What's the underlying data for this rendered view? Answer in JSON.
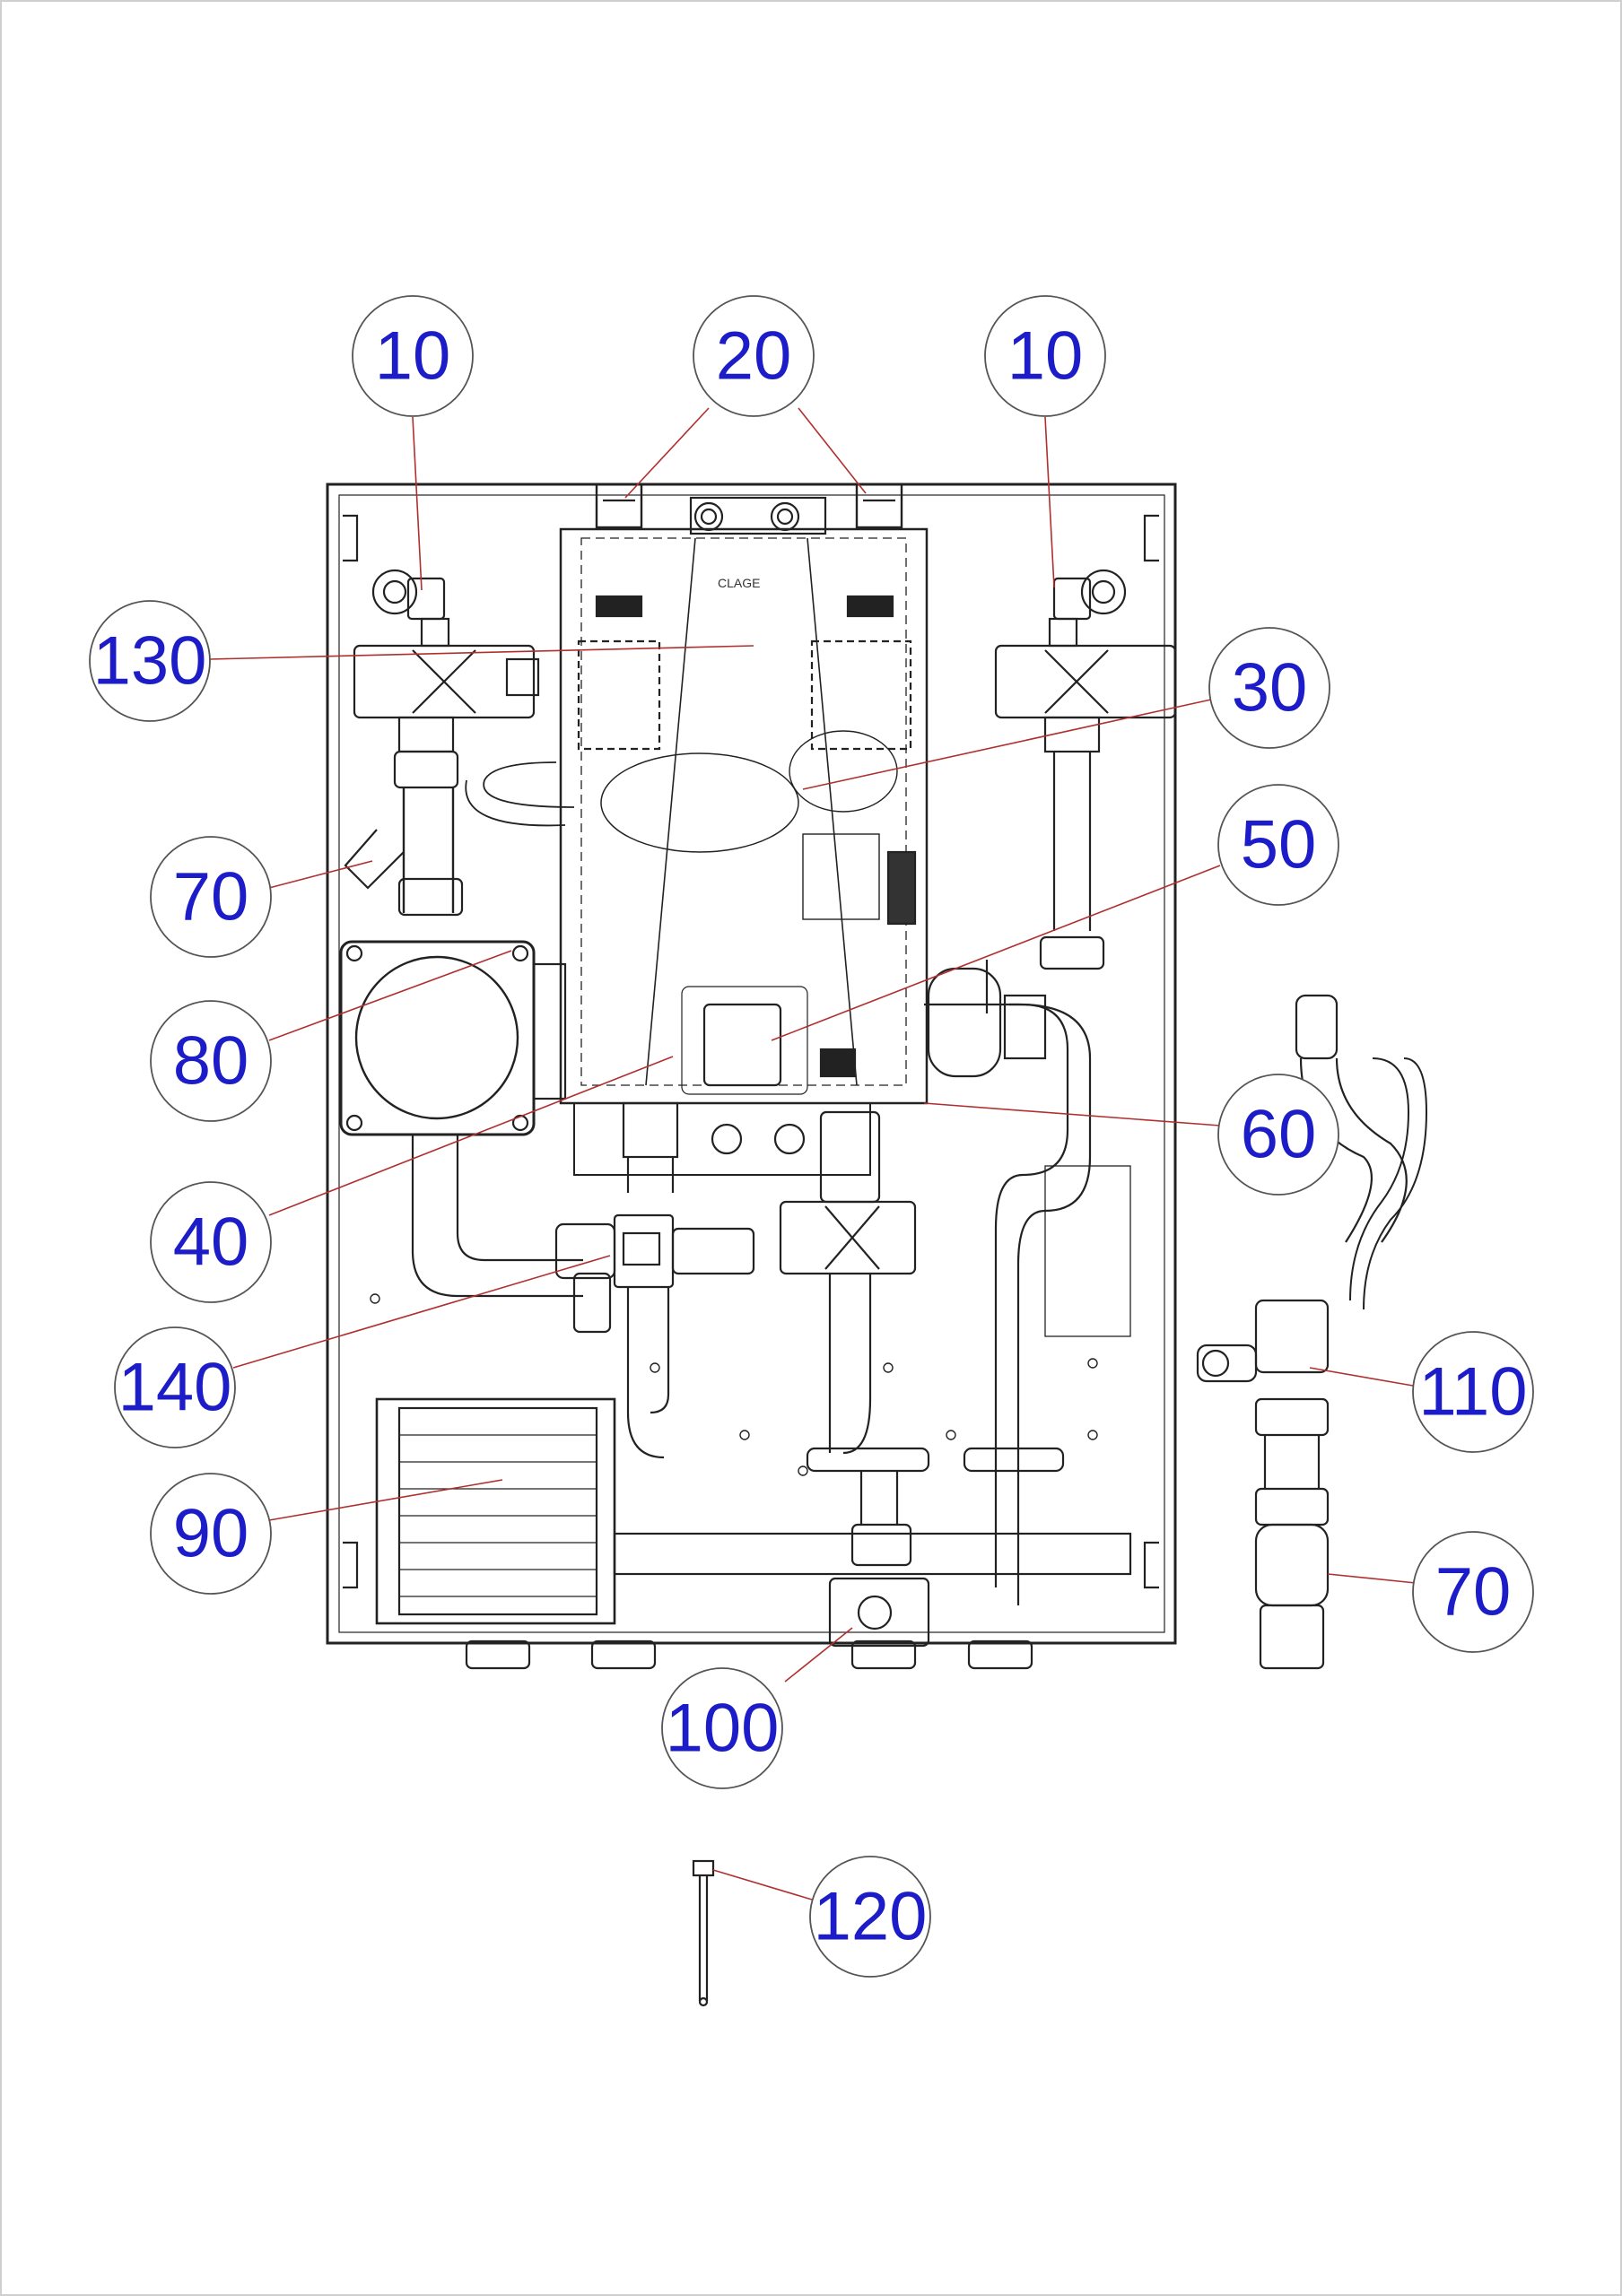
{
  "drawing": {
    "brand_mark": "CLAGE",
    "colors": {
      "line": "#222222",
      "leader": "#b03030",
      "balloon_text": "#1c1cc8",
      "balloon_stroke": "#555555"
    }
  },
  "callouts": [
    {
      "id": "c10a",
      "label": "10"
    },
    {
      "id": "c20",
      "label": "20"
    },
    {
      "id": "c10b",
      "label": "10"
    },
    {
      "id": "c130",
      "label": "130"
    },
    {
      "id": "c30",
      "label": "30"
    },
    {
      "id": "c70a",
      "label": "70"
    },
    {
      "id": "c50",
      "label": "50"
    },
    {
      "id": "c80",
      "label": "80"
    },
    {
      "id": "c60",
      "label": "60"
    },
    {
      "id": "c40",
      "label": "40"
    },
    {
      "id": "c140",
      "label": "140"
    },
    {
      "id": "c110",
      "label": "110"
    },
    {
      "id": "c90",
      "label": "90"
    },
    {
      "id": "c70b",
      "label": "70"
    },
    {
      "id": "c100",
      "label": "100"
    },
    {
      "id": "c120",
      "label": "120"
    }
  ]
}
